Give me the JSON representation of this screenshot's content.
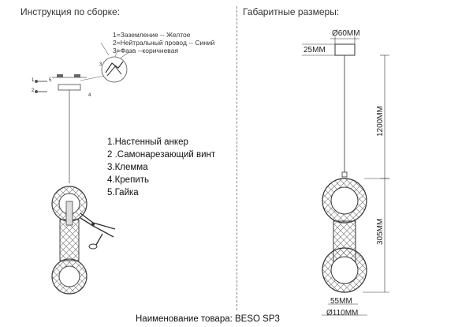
{
  "left": {
    "heading": "Инструкция по сборке:",
    "wiring": [
      "1=Заземление -- Желтое",
      "2=Нейтральный провод -- Синий",
      "3=Фаза --коричневая"
    ],
    "callouts": [
      "1",
      "2",
      "3",
      "4",
      "5"
    ],
    "steps": [
      "1.Настенный анкер",
      "2 .Самонарезающий винт",
      "3.Клемма",
      "4.Крепить",
      "5.Гайка"
    ]
  },
  "right": {
    "heading": "Габаритные размеры:",
    "dims": {
      "canopy_diameter": "Ø60MM",
      "canopy_height": "25MM",
      "cable_length": "1200MM",
      "body_height": "305MM",
      "neck_width": "55MM",
      "ring_diameter": "Ø110MM"
    }
  },
  "footer": {
    "product_name": "Наименование товара: BESO SP3"
  }
}
